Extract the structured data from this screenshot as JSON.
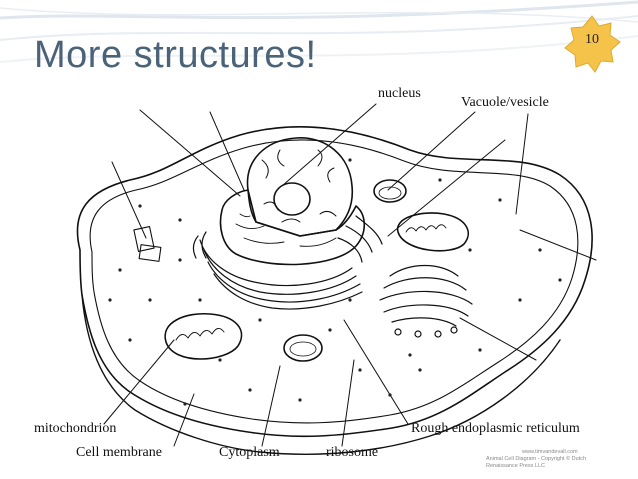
{
  "slide": {
    "title": "More structures!",
    "slide_number": "10",
    "accent_color": "#f5c24a",
    "title_color": "#4a6378"
  },
  "labels": {
    "nucleus": "nucleus",
    "vacuole": "Vacuole/vesicle",
    "mitochondrion": "mitochondrion",
    "cell_membrane": "Cell membrane",
    "cytoplasm": "Cytoplasm",
    "ribosome": "ribosome",
    "rough_er": "Rough endoplasmic reticulum"
  },
  "credit": {
    "line1": "www.timvandevall.com",
    "line2": "Animal Cell Diagram - Copyright © Dutch Renaissance Press LLC"
  }
}
